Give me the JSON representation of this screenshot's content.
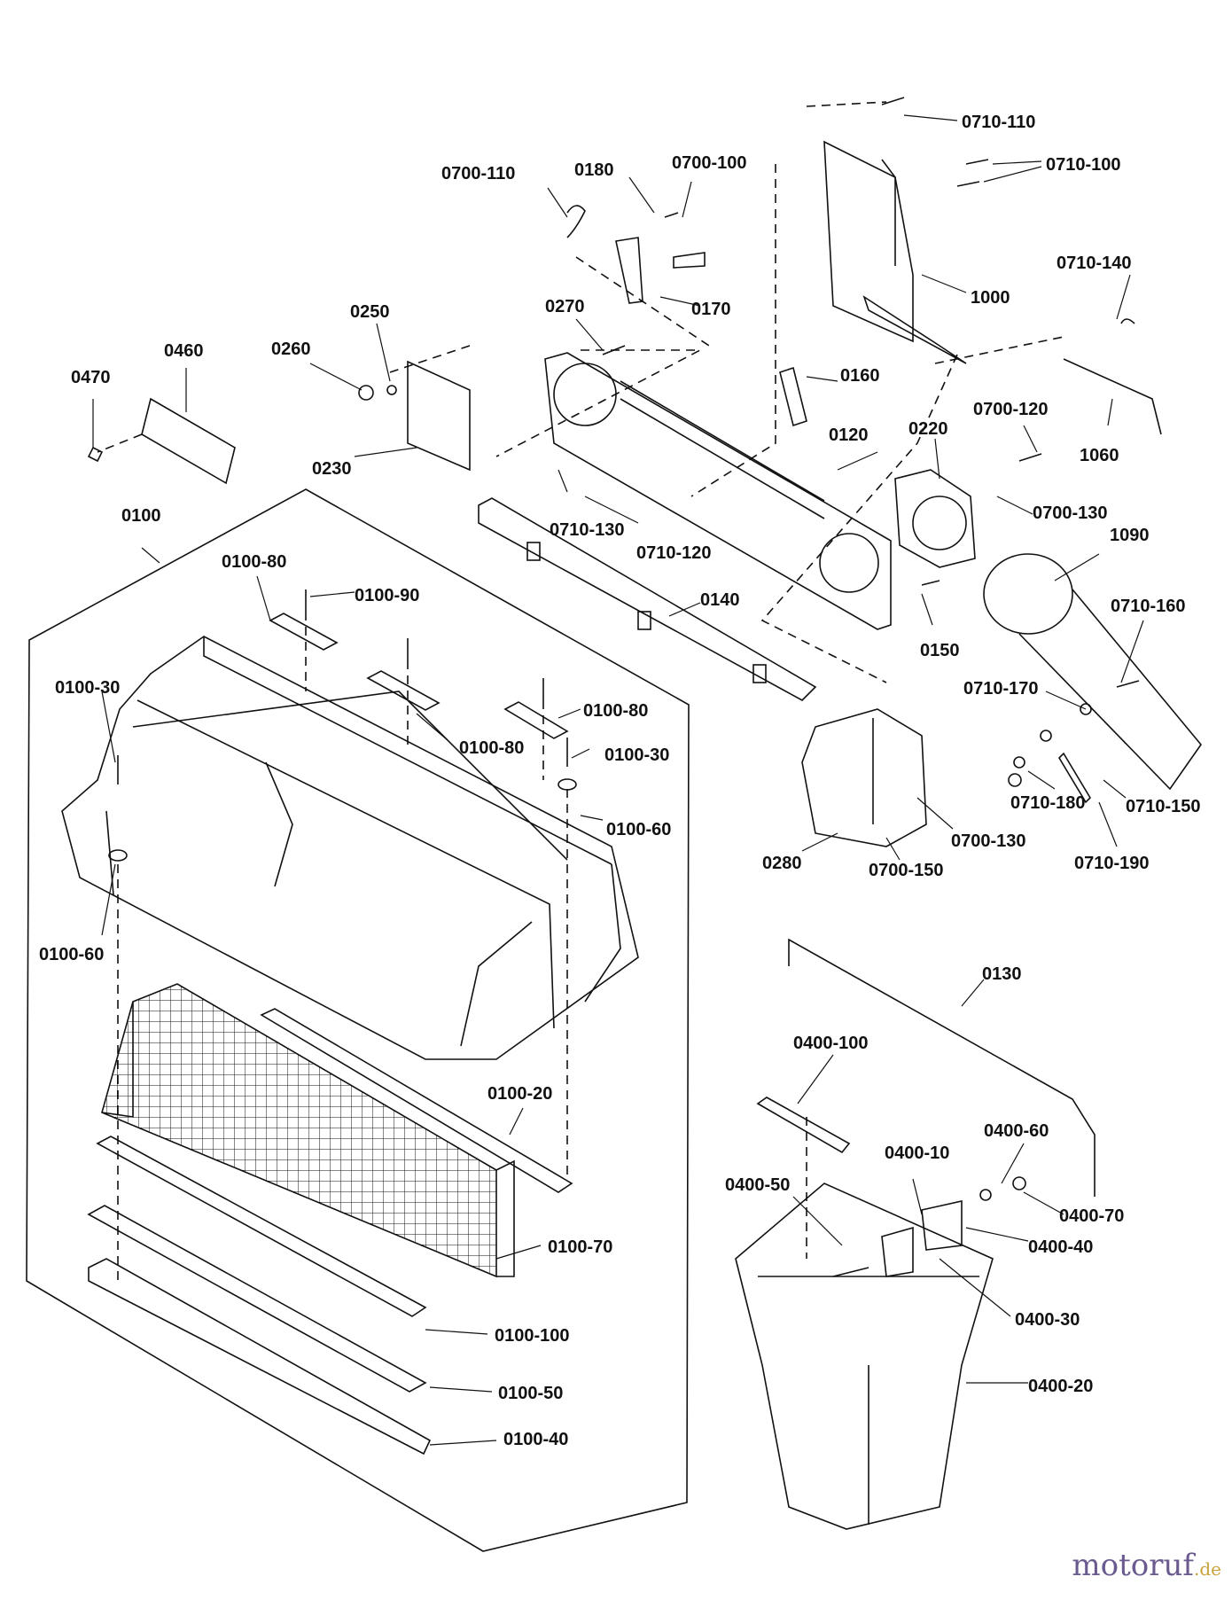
{
  "colors": {
    "line": "#111111",
    "watermark_main": "#6a5a8f",
    "watermark_suffix": "#c9a23a"
  },
  "watermark": {
    "main": "motoruf",
    "suffix": ".de"
  },
  "labels": {
    "l0710_110_top": "0710-110",
    "l0710_100": "0710-100",
    "l0700_110": "0700-110",
    "l0180": "0180",
    "l0700_100": "0700-100",
    "l0170": "0170",
    "l1000": "1000",
    "l0710_140": "0710-140",
    "l0250": "0250",
    "l0270": "0270",
    "l0260": "0260",
    "l0460": "0460",
    "l0470": "0470",
    "l0160": "0160",
    "l0120": "0120",
    "l0220": "0220",
    "l0700_120": "0700-120",
    "l1060": "1060",
    "l0230": "0230",
    "l0700_130_a": "0700-130",
    "l0710_130": "0710-130",
    "l1090": "1090",
    "l0710_120": "0710-120",
    "l0100": "0100",
    "l0140": "0140",
    "l0710_160": "0710-160",
    "l0100_80_a": "0100-80",
    "l0100_90": "0100-90",
    "l0150": "0150",
    "l0100_30_a": "0100-30",
    "l0710_170": "0710-170",
    "l0100_80_b": "0100-80",
    "l0100_80_c": "0100-80",
    "l0100_30_b": "0100-30",
    "l0710_180": "0710-180",
    "l0710_150": "0710-150",
    "l0100_60_a": "0100-60",
    "l0700_130_b": "0700-130",
    "l0280": "0280",
    "l0700_150": "0700-150",
    "l0710_190": "0710-190",
    "l0100_60_b": "0100-60",
    "l0130": "0130",
    "l0400_100": "0400-100",
    "l0100_20": "0100-20",
    "l0400_60": "0400-60",
    "l0400_10": "0400-10",
    "l0400_50": "0400-50",
    "l0400_70": "0400-70",
    "l0400_40": "0400-40",
    "l0100_70": "0100-70",
    "l0400_30": "0400-30",
    "l0100_100": "0100-100",
    "l0400_20": "0400-20",
    "l0100_50": "0100-50",
    "l0100_40": "0100-40"
  }
}
